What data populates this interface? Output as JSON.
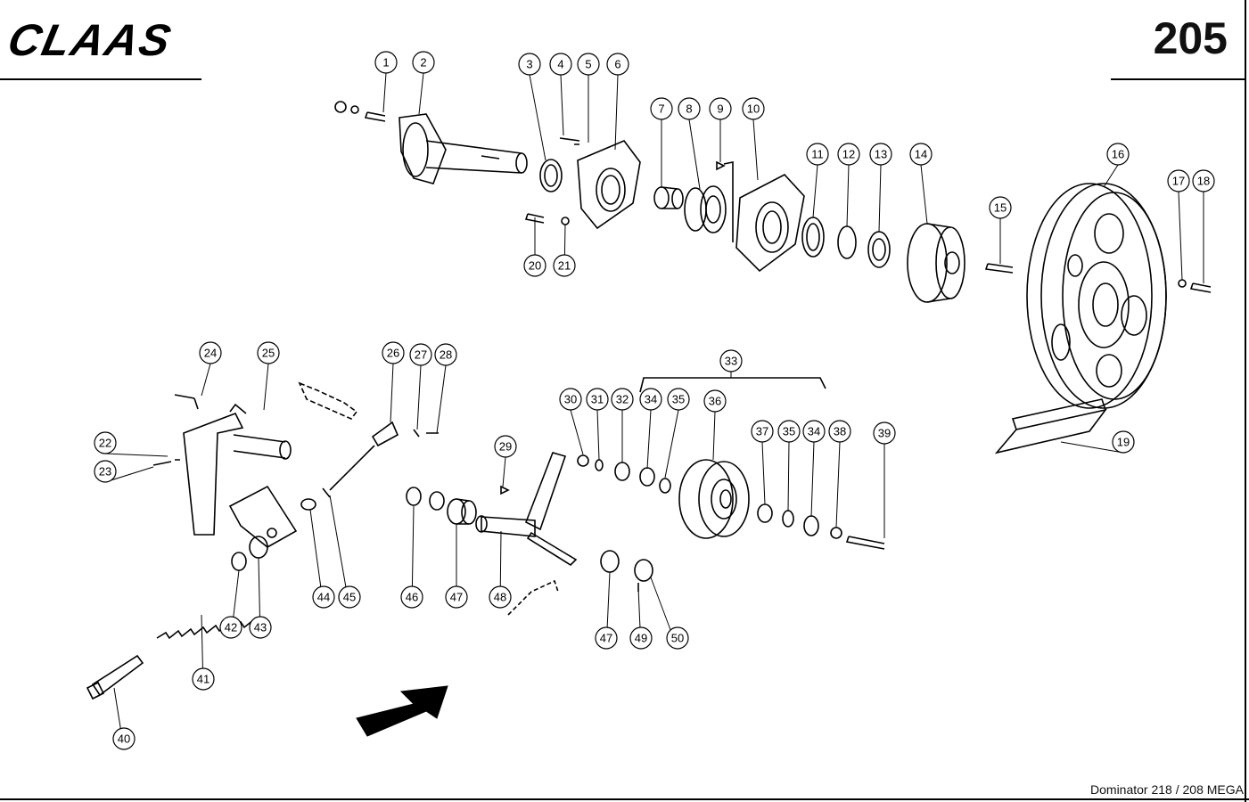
{
  "header": {
    "brand": "CLAAS",
    "page_number": "205"
  },
  "footer": {
    "model": "Dominator 218 / 208 MEGA"
  },
  "callouts": [
    "1",
    "2",
    "3",
    "4",
    "5",
    "6",
    "7",
    "8",
    "9",
    "10",
    "11",
    "12",
    "13",
    "14",
    "15",
    "16",
    "17",
    "18",
    "19",
    "20",
    "21",
    "22",
    "23",
    "24",
    "25",
    "26",
    "27",
    "28",
    "29",
    "30",
    "31",
    "32",
    "33",
    "34",
    "35",
    "36",
    "37",
    "35",
    "34",
    "38",
    "39",
    "40",
    "41",
    "42",
    "43",
    "44",
    "45",
    "46",
    "47",
    "48",
    "47",
    "49",
    "50"
  ]
}
